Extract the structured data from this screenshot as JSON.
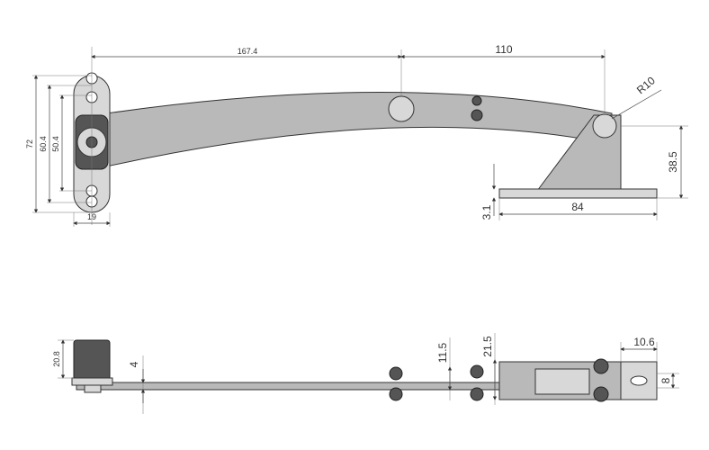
{
  "top_view": {
    "dims": {
      "arm_length": "167.4",
      "extension": "110",
      "radius": "R10",
      "bracket_height": "38.5",
      "bracket_length": "84",
      "plate_thickness": "3.1",
      "plate_height": "72",
      "hole_spacing_outer": "60.4",
      "hole_spacing_inner": "50.4",
      "plate_width": "19"
    }
  },
  "side_view": {
    "dims": {
      "knob_height": "20.8",
      "arm_thickness": "4",
      "offset_1": "11.5",
      "offset_2": "21.5",
      "tab_width": "10.6",
      "tab_height": "8"
    }
  },
  "colors": {
    "part": "#b9b9b9",
    "line": "#333333"
  }
}
